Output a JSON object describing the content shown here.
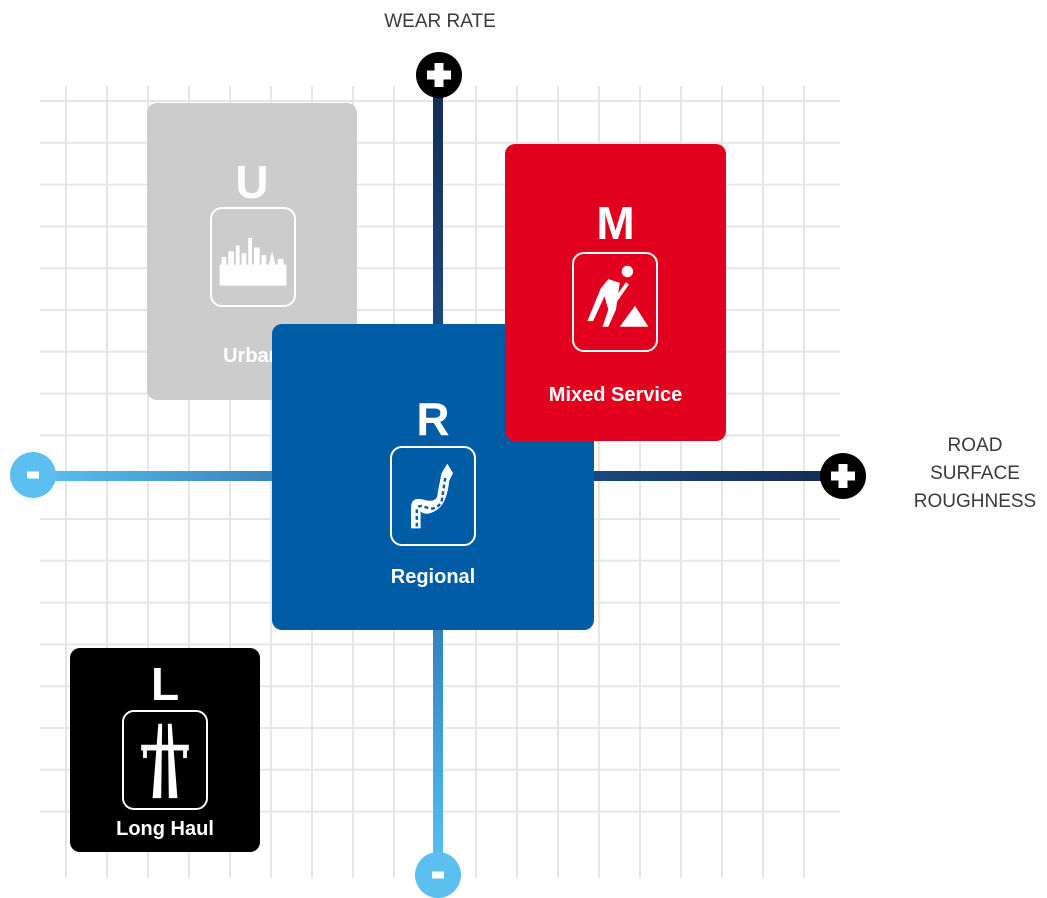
{
  "axes": {
    "vertical": {
      "label": "WEAR RATE",
      "top_sign": "+",
      "bottom_sign": "-"
    },
    "horizontal": {
      "label_lines": [
        "ROAD",
        "SURFACE",
        "ROUGHNESS"
      ],
      "right_sign": "+",
      "left_sign": "-"
    }
  },
  "segments": [
    {
      "letter": "U",
      "name": "Urban",
      "icon": "city-skyline-icon",
      "color": "#cccccc"
    },
    {
      "letter": "M",
      "name": "Mixed Service",
      "icon": "road-worker-icon",
      "color": "#e2001f"
    },
    {
      "letter": "R",
      "name": "Regional",
      "icon": "winding-road-icon",
      "color": "#005ca5"
    },
    {
      "letter": "L",
      "name": "Long Haul",
      "icon": "highway-icon",
      "color": "#000000"
    }
  ],
  "colors": {
    "grid": "#e6e6e6",
    "axis_dark": "#132d56",
    "axis_light": "#5bc0f0",
    "plus_cap": "#000000",
    "minus_cap": "#5bc0f0"
  }
}
